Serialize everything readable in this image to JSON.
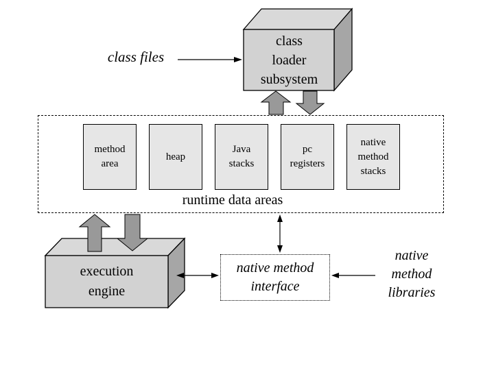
{
  "colors": {
    "bg": "#ffffff",
    "face-front": "#d2d2d2",
    "face-top": "#d9d9d9",
    "face-side": "#a6a6a6",
    "runtime-fill": "#e6e6e6",
    "arrow-fill": "#999999",
    "line": "#000000"
  },
  "diagram": {
    "class_files": "class files",
    "class_loader": "class\nloader\nsubsystem",
    "runtime": {
      "caption": "runtime data areas",
      "boxes": [
        {
          "label": "method\narea"
        },
        {
          "label": "heap"
        },
        {
          "label": "Java\nstacks"
        },
        {
          "label": "pc\nregisters"
        },
        {
          "label": "native\nmethod\nstacks"
        }
      ]
    },
    "execution_engine": "execution\nengine",
    "native_method_interface": "native method\ninterface",
    "native_method_libraries": "native\nmethod\nlibraries"
  }
}
